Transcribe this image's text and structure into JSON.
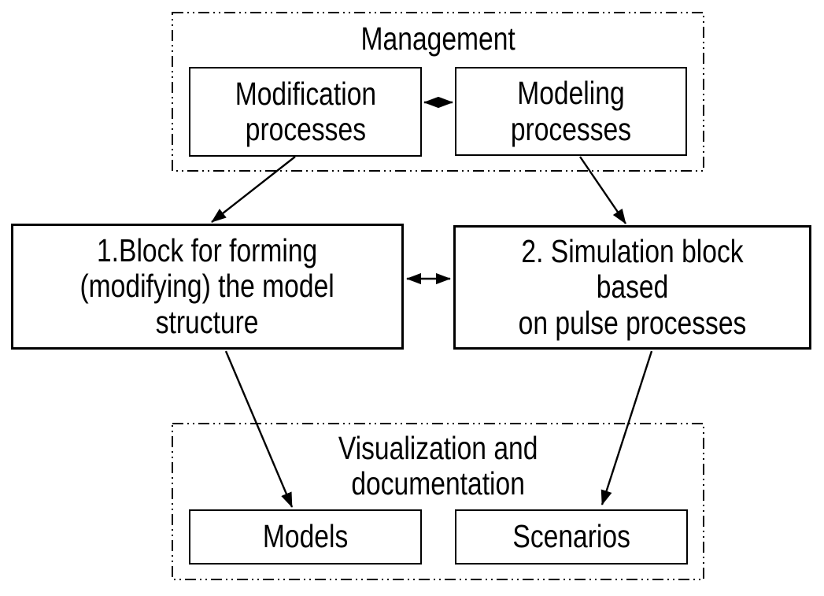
{
  "diagram": {
    "background_color": "#ffffff",
    "line_color": "#000000",
    "containers": {
      "management": {
        "title": "Management",
        "border_style": "dash-dot-dot"
      },
      "visualization": {
        "title": "Visualization and\ndocumentation",
        "border_style": "dash-dot-dot"
      }
    },
    "nodes": {
      "modification": {
        "label": "Modification\nprocesses"
      },
      "modeling": {
        "label": "Modeling\nprocesses"
      },
      "block1": {
        "label": "1.Block for forming\n(modifying) the model\nstructure"
      },
      "block2": {
        "label": "2. Simulation block based\non pulse processes"
      },
      "models": {
        "label": "Models"
      },
      "scenarios": {
        "label": "Scenarios"
      }
    },
    "edges": [
      {
        "from": "modification",
        "to": "modeling",
        "type": "double-arrow"
      },
      {
        "from": "modification",
        "to": "block1",
        "type": "arrow"
      },
      {
        "from": "modeling",
        "to": "block2",
        "type": "arrow"
      },
      {
        "from": "block1",
        "to": "block2",
        "type": "double-arrow"
      },
      {
        "from": "block1",
        "to": "models",
        "type": "arrow"
      },
      {
        "from": "block2",
        "to": "scenarios",
        "type": "arrow"
      }
    ]
  }
}
